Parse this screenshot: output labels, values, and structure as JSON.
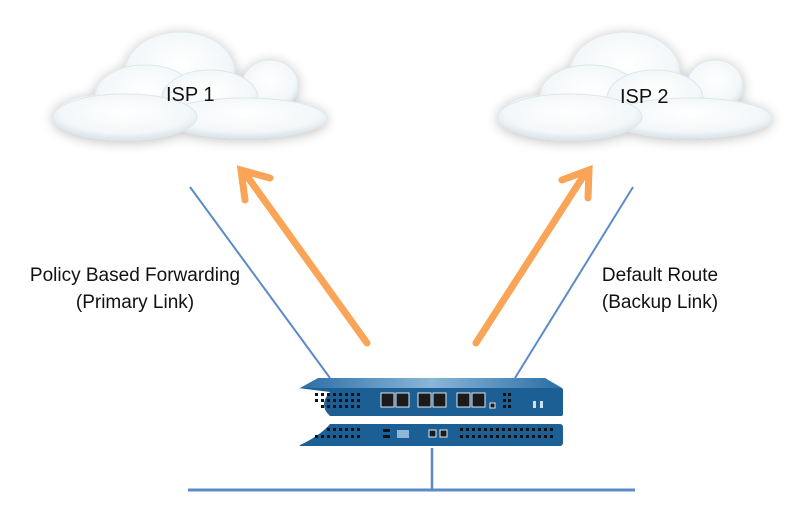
{
  "nodes": {
    "isp1": {
      "label": "ISP 1"
    },
    "isp2": {
      "label": "ISP 2"
    },
    "firewall": {
      "label": ""
    }
  },
  "links": {
    "primary": {
      "line1": "Policy Based Forwarding",
      "line2": "(Primary Link)"
    },
    "backup": {
      "line1": "Default Route",
      "line2": "(Backup Link)"
    }
  },
  "colors": {
    "link_line": "#5b8bc7",
    "traffic_arrow": "#f9a457",
    "device_blue": "#1c5f94"
  }
}
